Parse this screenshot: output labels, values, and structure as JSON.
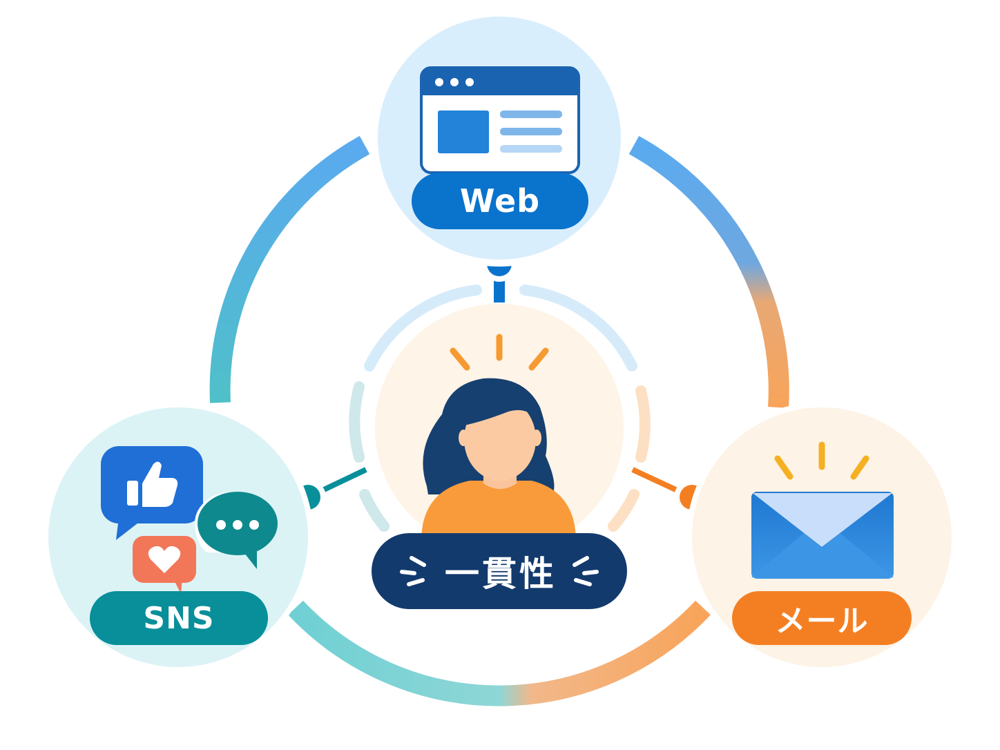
{
  "nodes": {
    "web": {
      "label": "Web",
      "color": "#0a73cc"
    },
    "sns": {
      "label": "SNS",
      "color": "#088f9a"
    },
    "mail": {
      "label": "メール",
      "color": "#f47f22"
    }
  },
  "center": {
    "label": "一貫性",
    "color": "#133a6d"
  },
  "colors": {
    "blue": "#5aaaef",
    "teal": "#4fc0c8",
    "orange": "#f8a860",
    "navy": "#163e6e"
  },
  "icons": {
    "web": "browser-window-icon",
    "sns": "speech-bubbles-icon",
    "mail": "envelope-icon",
    "center": "person-icon"
  }
}
